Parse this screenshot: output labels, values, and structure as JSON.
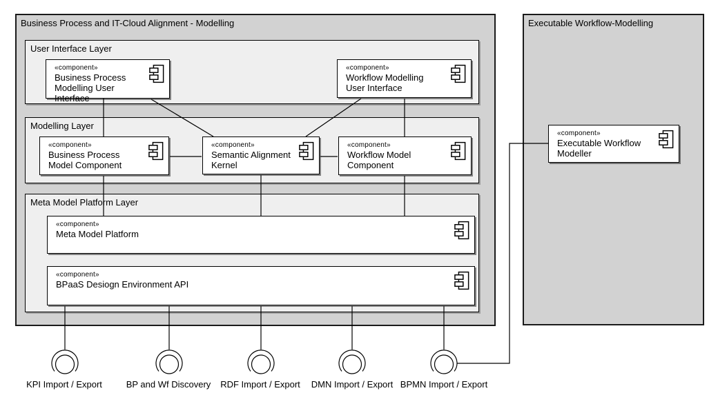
{
  "main_container": {
    "title": "Business Process and IT-Cloud Alignment - Modelling"
  },
  "right_container": {
    "title": "Executable Workflow-Modelling"
  },
  "stereotype_label": "«component»",
  "layers": [
    {
      "label": "User Interface Layer"
    },
    {
      "label": "Modelling Layer"
    },
    {
      "label": "Meta Model Platform Layer"
    }
  ],
  "components": {
    "bp_modelling_ui": "Business Process Modelling User Interface",
    "wf_modelling_ui": "Workflow Modelling User Interface",
    "bp_model": "Business Process Model Component",
    "semantic_kernel": "Semantic Alignment Kernel",
    "wf_model": "Workflow Model Component",
    "meta_platform": "Meta Model Platform",
    "bpaas_api": "BPaaS Desiogn Environment API",
    "exec_wf_modeller": "Executable Workflow Modeller"
  },
  "interfaces": [
    {
      "label": "KPI Import / Export"
    },
    {
      "label": "BP and Wf Discovery"
    },
    {
      "label": "RDF Import / Export"
    },
    {
      "label": "DMN Import / Export"
    },
    {
      "label": "BPMN Import / Export"
    }
  ],
  "colors": {
    "container_fill": "#d2d2d2",
    "layer_fill": "#efefef",
    "component_fill": "#ffffff",
    "line": "#000000"
  }
}
